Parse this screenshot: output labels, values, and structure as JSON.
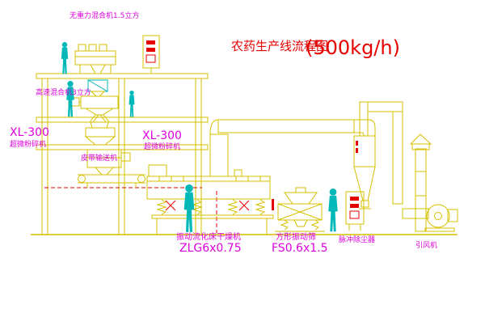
{
  "diagram": {
    "title": "农药生产线流程图",
    "capacity": "(500kg/h)"
  },
  "labels": {
    "gravity_mixer": "无重力混合机1.5立方",
    "high_speed_mixer": "高速混合机3立方",
    "pulverizer_left_model": "XL-300",
    "pulverizer_left_name": "超微粉碎机",
    "pulverizer_center_model": "XL-300",
    "pulverizer_center_name": "超微粉碎机",
    "belt_conveyor": "皮带输送机",
    "dryer_name": "振动流化床干燥机",
    "dryer_model": "ZLG6x0.75",
    "sieve_name": "方形振动筛",
    "sieve_model": "FS0.6x1.5",
    "dust_collector": "脉冲除尘器",
    "induced_fan": "引风机"
  },
  "colors": {
    "background": "#ffffff",
    "equipment_line": "#d4c000",
    "figure_cyan": "#00b8b8",
    "label_magenta": "#dd00dd",
    "title_red": "#e60000"
  }
}
